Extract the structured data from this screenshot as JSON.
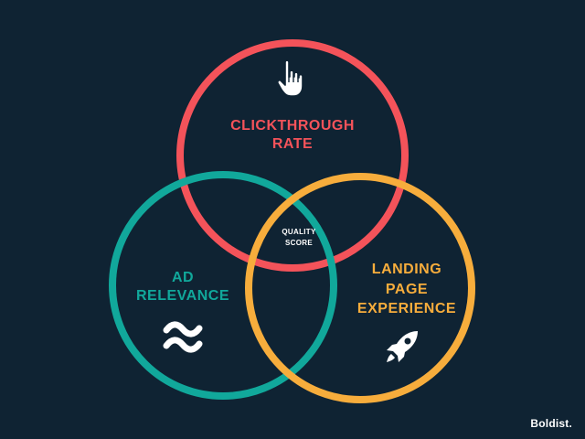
{
  "colors": {
    "background": "#0f2333",
    "clickthrough": "#f4535a",
    "ad_relevance": "#11a89b",
    "landing_page": "#f7ad3c",
    "text_light": "#ffffff"
  },
  "circles": {
    "clickthrough": {
      "lines": [
        "CLICKTHROUGH",
        "RATE"
      ],
      "icon": "pointer-hand-icon"
    },
    "ad_relevance": {
      "lines": [
        "AD",
        "RELEVANCE"
      ],
      "icon": "wave-icon"
    },
    "landing_page": {
      "lines": [
        "LANDING",
        "PAGE",
        "EXPERIENCE"
      ],
      "icon": "rocket-icon"
    }
  },
  "center": {
    "lines": [
      "QUALITY",
      "SCORE"
    ]
  },
  "brand": {
    "name": "Boldist."
  }
}
